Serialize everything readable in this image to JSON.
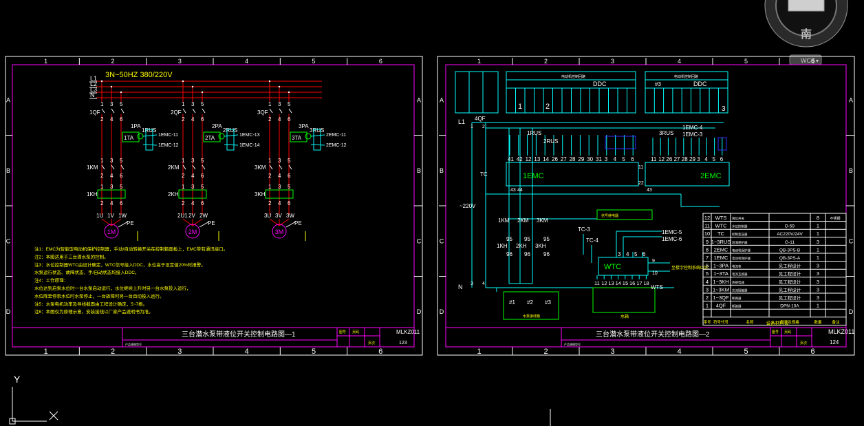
{
  "compass": {
    "label": "南",
    "wcs": "WCS"
  },
  "ucs": {
    "x": "X",
    "y": "Y"
  },
  "colors": {
    "background": "#000000",
    "red": "#ff0000",
    "cyan": "#00ffff",
    "green": "#00ff00",
    "yellow": "#ffff00",
    "magenta": "#ff00ff",
    "white": "#ffffff",
    "blue": "#3030ff"
  },
  "sheet1": {
    "cols": [
      "1",
      "2",
      "3",
      "4",
      "5",
      "6"
    ],
    "rows": [
      "A",
      "B",
      "C",
      "D"
    ],
    "supply": "3N~50HZ 380/220V",
    "buses": [
      "L1",
      "L2",
      "L3",
      "N"
    ],
    "terms": [
      "1",
      "3",
      "5",
      "2",
      "4",
      "6"
    ],
    "groups": [
      {
        "qf": "1QF",
        "ta": "1TA",
        "pa": "1PA",
        "rus": "1RUS",
        "emc_a": "1EMC-11",
        "emc_b": "1EMC-12",
        "km": "1KM",
        "kh": "1KH",
        "u": "1U",
        "v": "1V",
        "w": "1W",
        "motor": "1M",
        "pe": "PE"
      },
      {
        "qf": "2QF",
        "ta": "2TA",
        "pa": "2PA",
        "rus": "2RUS",
        "emc_a": "1EMC-13",
        "emc_b": "1EMC-14",
        "km": "2KM",
        "kh": "2KH",
        "u": "2U1",
        "v": "2V",
        "w": "2W",
        "motor": "2M",
        "pe": "PE"
      },
      {
        "qf": "3QF",
        "ta": "3TA",
        "pa": "3PA",
        "rus": "3RUS",
        "emc_a": "2EMC-11",
        "emc_b": "2EMC-12",
        "km": "3KM",
        "kh": "3KH",
        "u": "3U",
        "v": "3V",
        "w": "3W",
        "motor": "3M",
        "pe": "PE"
      }
    ],
    "notes": [
      "注1：EMC为智能型电动机保护控制器，手动/自动转换开关在控制箱面板上，EMC带有通讯接口。",
      "注2：本图适用于三台潜水泵的控制。",
      "注3：水位控制器WTC由设计确定，WTC信号接入DDC，水位高于设定值20%时报警。",
      "      水泵运行状态、故障状态、手/自动状态均接入DDC。",
      "注4：工作原理：",
      "      水位达到启泵水位时一台水泵启动运行，水位继续上升时另一台水泵投入运行，",
      "      水位降至停泵水位时水泵停止，一台故障时另一台自动投入运行。",
      "注5：水泵电机功率及导线截面由工程设计确定，5~7根。",
      "注6：本图仅为原理示意，安装接线以厂家产品说明书为准。"
    ],
    "title": "三台潜水泵带液位开关控制电路图—1",
    "subtitle": "产品规格型号",
    "label_a": "图号",
    "label_b": "页码",
    "label_c": "页次",
    "code": "MLKZ011",
    "page": "123"
  },
  "sheet2": {
    "cols": [
      "1",
      "2",
      "3",
      "4",
      "5",
      "6"
    ],
    "rows": [
      "A",
      "B",
      "C",
      "D"
    ],
    "table1_title": "电动机控制回路",
    "table1_group": "DDC",
    "table2_title": "电动机控制回路",
    "table2_group": "DDC",
    "table2_sub": "#3",
    "hdr_nums": [
      "1",
      "2"
    ],
    "hdr_nums2": [
      "3"
    ],
    "l1": "L1",
    "qf4": "4QF",
    "n": "N",
    "v220": "~220V",
    "tc": "TC",
    "rus1": "1RUS",
    "rus2": "2RUS",
    "rus3": "3RUS",
    "emc_label1": "1EMC-4",
    "emc_label2": "1EMC-3",
    "emc1": "1EMC",
    "emc2": "2EMC",
    "emc1_terms": [
      "41",
      "42",
      "12",
      "13",
      "14",
      "26",
      "27",
      "28",
      "29",
      "30",
      "31",
      "3",
      "4",
      "5",
      "6"
    ],
    "emc2_terms": [
      "11",
      "12",
      "26",
      "27",
      "28",
      "29",
      "3",
      "4",
      "5",
      "6"
    ],
    "relay_box": "信号继电器",
    "km1": "1KM",
    "km2": "2KM",
    "km3": "3KM",
    "kh1": "1KH",
    "kh2": "2KH",
    "kh3": "3KH",
    "n95": "95",
    "n96": "96",
    "tc3": "TC-3",
    "tc4": "TC-4",
    "emc5": "1EMC-5",
    "emc6": "1EMC-6",
    "wtc": "WTC",
    "wtc_terms": [
      "11",
      "12",
      "13",
      "14",
      "15",
      "16",
      "17",
      "18"
    ],
    "wtc_top": [
      "3",
      "4",
      "5",
      "6"
    ],
    "ddc_label": "至楼宇控制系统DDC",
    "wts": "WTS",
    "tank": "水箱",
    "pump_labels": [
      "#1",
      "#2",
      "#3"
    ],
    "pump_box": "水泵接线箱",
    "n_left": [
      "1",
      "2",
      "3",
      "4"
    ],
    "n9": "9",
    "n10": "10",
    "n11": "11",
    "n43": "43",
    "n44": "44",
    "n22": "22",
    "bom": [
      {
        "no": "12",
        "code": "WTS",
        "name": "液位开关",
        "spec": "",
        "qty": "8",
        "note": "不锈钢"
      },
      {
        "no": "11",
        "code": "WTC",
        "name": "水位控制器",
        "spec": "D-59",
        "qty": "1",
        "note": ""
      },
      {
        "no": "10",
        "code": "TC",
        "name": "控制变压器",
        "spec": "AC220V/24V",
        "qty": "1",
        "note": ""
      },
      {
        "no": "9",
        "code": "1~3RUS",
        "name": "浪涌保护器",
        "spec": "G-11",
        "qty": "3",
        "note": ""
      },
      {
        "no": "8",
        "code": "2EMC",
        "name": "电动机保护器",
        "spec": "QB-3PS-B",
        "qty": "1",
        "note": ""
      },
      {
        "no": "7",
        "code": "1EMC",
        "name": "电动机保护器",
        "spec": "QB-3PS-A",
        "qty": "1",
        "note": ""
      },
      {
        "no": "6",
        "code": "1~3PA",
        "name": "电流表",
        "spec": "见工程设计",
        "qty": "3",
        "note": ""
      },
      {
        "no": "5",
        "code": "1~3TA",
        "name": "电流互感器",
        "spec": "见工程设计",
        "qty": "3",
        "note": ""
      },
      {
        "no": "4",
        "code": "1~3KH",
        "name": "热继电器",
        "spec": "见工程设计",
        "qty": "3",
        "note": ""
      },
      {
        "no": "3",
        "code": "1~3KM",
        "name": "交流接触器",
        "spec": "见工程设计",
        "qty": "3",
        "note": ""
      },
      {
        "no": "2",
        "code": "1~3QF",
        "name": "断路器",
        "spec": "见工程设计",
        "qty": "3",
        "note": ""
      },
      {
        "no": "1",
        "code": "4QF",
        "name": "断路器",
        "spec": "DPN-10A",
        "qty": "1",
        "note": ""
      }
    ],
    "bom_head": [
      "序号",
      "符号代号",
      "名称",
      "型号及规格",
      "数量",
      "备注"
    ],
    "bom_title": "设备材料表",
    "title": "三台潜水泵带液位开关控制电路图—2",
    "subtitle": "产品规格型号",
    "label_a": "图号",
    "label_b": "页码",
    "label_c": "页次",
    "code": "MLKZ011",
    "page": "124"
  }
}
